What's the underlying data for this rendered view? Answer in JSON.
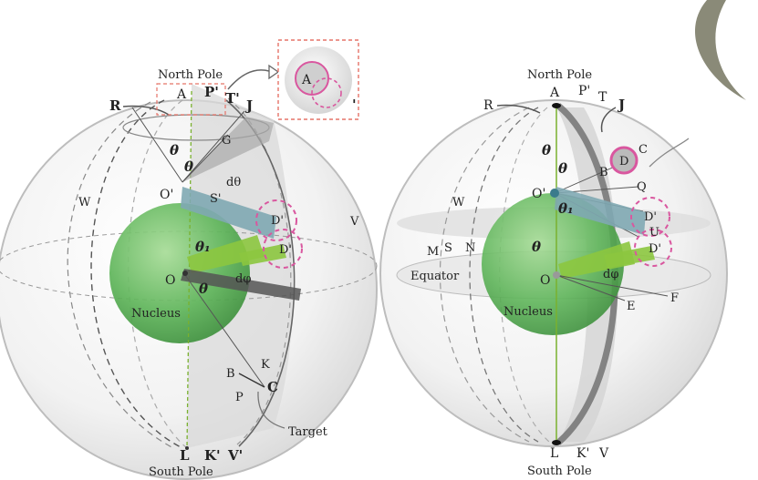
{
  "left_sphere": {
    "north_pole": "North Pole",
    "south_pole": "South Pole",
    "nucleus": "Nucleus",
    "target": "Target",
    "points": {
      "A": "A",
      "P_prime": "P'",
      "T_prime": "T'",
      "J": "J",
      "R": "R",
      "G": "G",
      "O_prime": "O'",
      "S_prime": "S'",
      "W": "W",
      "V": "V",
      "D_prime_1": "D'",
      "D_prime_2": "D'",
      "O": "O",
      "B": "B",
      "K": "K",
      "C": "C",
      "P": "P",
      "L": "L",
      "K_prime": "K'",
      "V_prime": "V'"
    },
    "angles": {
      "theta_1": "θ",
      "theta_2": "θ",
      "theta_3": "θ",
      "theta_1_sub": "θ₁",
      "d_theta": "dθ",
      "d_phi": "dφ"
    },
    "inset": {
      "A": "A",
      "mark": "'"
    }
  },
  "right_sphere": {
    "north_pole": "North Pole",
    "south_pole": "South Pole",
    "nucleus": "Nucleus",
    "equator": "Equator",
    "points": {
      "A": "A",
      "P_prime": "P'",
      "T": "T",
      "J": "J",
      "R": "R",
      "C": "C",
      "D": "D",
      "B": "B",
      "O_prime": "O'",
      "Q": "Q",
      "W": "W",
      "D_prime_1": "D'",
      "D_prime_2": "D'",
      "U": "U",
      "M": "M",
      "S": "S",
      "N": "N",
      "O": "O",
      "E": "E",
      "F": "F",
      "L": "L",
      "K_prime": "K'",
      "V": "V"
    },
    "angles": {
      "theta_1": "θ",
      "theta_2": "θ",
      "theta_3": "θ",
      "theta_1_sub": "θ₁",
      "d_phi": "dφ"
    }
  },
  "colors": {
    "nucleus": "#5fb55a",
    "slab_blue": "#7fa9b3",
    "slab_green": "#8cc63f",
    "highlight_pink": "#d9579f",
    "inset_border": "#e57368",
    "pole_axis": "#7ab12f"
  }
}
